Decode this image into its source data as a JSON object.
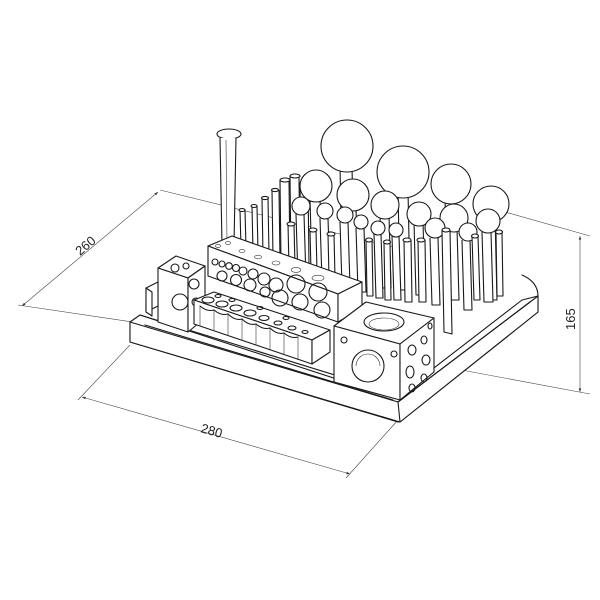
{
  "drawing": {
    "subject": "jewelry-dapping-punch-block-set",
    "dimensions": [
      {
        "id": "depth",
        "label": "260",
        "unit": "mm"
      },
      {
        "id": "width",
        "label": "280",
        "unit": "mm"
      },
      {
        "id": "height",
        "label": "165",
        "unit": "mm"
      }
    ],
    "colors": {
      "line": "#1a1a1a",
      "dimension": "#444444",
      "background": "#ffffff"
    }
  }
}
